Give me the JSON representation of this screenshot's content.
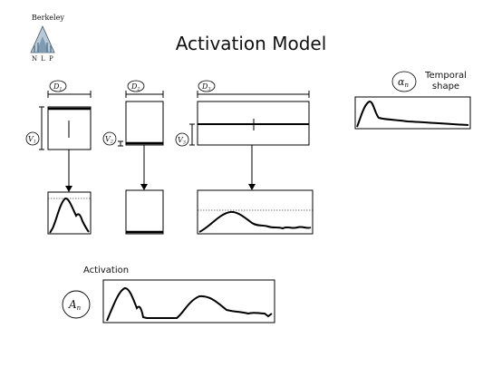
{
  "slide": {
    "title": "Activation Model",
    "logo": {
      "text": "Berkeley",
      "letters": [
        "N",
        "L",
        "P"
      ]
    },
    "temporal_label_1": "Temporal",
    "temporal_label_2": "shape",
    "activation_label": "Activation",
    "symbols": {
      "alpha_n": "α",
      "alpha_n_sub": "n",
      "a_n": "A",
      "a_n_sub": "n",
      "d1": "D",
      "d1_sub": "1",
      "d2": "D",
      "d2_sub": "2",
      "d3": "D",
      "d3_sub": "3",
      "v1": "V",
      "v1_sub": "1",
      "v2": "V",
      "v2_sub": "2",
      "v3": "V",
      "v3_sub": "3"
    }
  }
}
